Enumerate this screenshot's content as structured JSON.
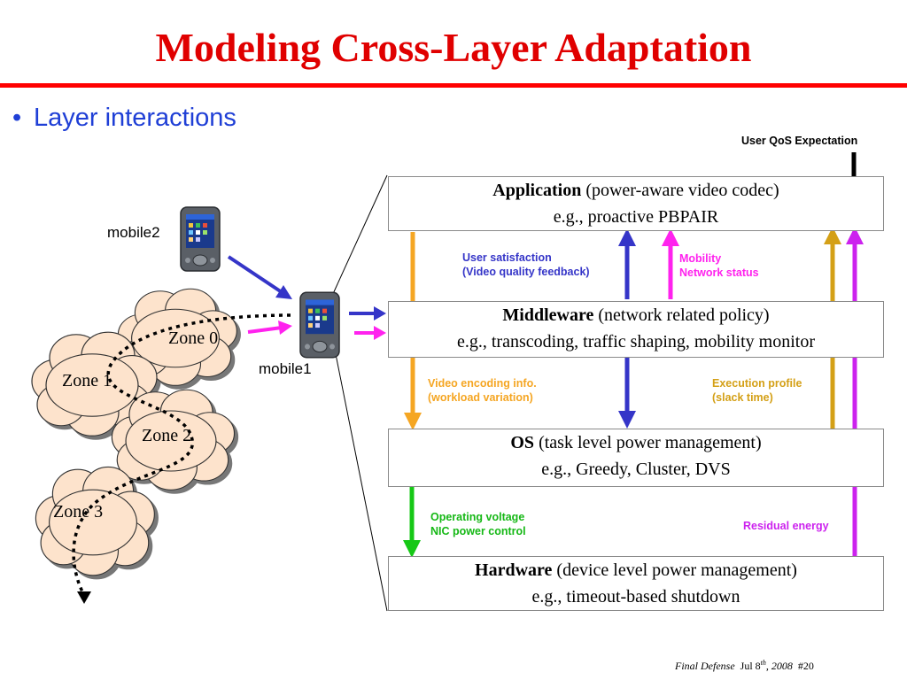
{
  "title": "Modeling Cross-Layer Adaptation",
  "bullet": "Layer interactions",
  "qos_label": "User QoS Expectation",
  "layers": [
    {
      "name": "Application",
      "desc": " (power-aware video codec)",
      "example": "e.g., proactive PBPAIR"
    },
    {
      "name": "Middleware",
      "desc": " (network related policy)",
      "example": "e.g., transcoding, traffic shaping, mobility monitor"
    },
    {
      "name": "OS",
      "desc": " (task level power management)",
      "example": "e.g., Greedy, Cluster, DVS"
    },
    {
      "name": "Hardware",
      "desc": " (device level power management)",
      "example": "e.g., timeout-based shutdown"
    }
  ],
  "labels": {
    "user_satisfaction_1": "User satisfaction",
    "user_satisfaction_2": "(Video quality feedback)",
    "mobility_1": "Mobility",
    "mobility_2": "Network status",
    "video_encoding_1": "Video encoding info.",
    "video_encoding_2": "(workload variation)",
    "execution_profile_1": "Execution profile",
    "execution_profile_2": "(slack time)",
    "operating_voltage_1": "Operating voltage",
    "operating_voltage_2": "NIC power control",
    "residual_energy": "Residual energy"
  },
  "zones": [
    "Zone 0",
    "Zone  1",
    "Zone  2",
    "Zone 3"
  ],
  "devices": {
    "mobile2": "mobile2",
    "mobile1": "mobile1"
  },
  "footer": {
    "event": "Final Defense",
    "date_prefix": "Jul 8",
    "date_sup": "th",
    "date_suffix": ", 2008",
    "slide": "#20"
  },
  "colors": {
    "title": "#e00000",
    "bullet": "#1f3fd6",
    "blue_arrow": "#3535c8",
    "magenta_arrow": "#ff22ee",
    "orange_arrow": "#f5a623",
    "gold_arrow": "#d4a017",
    "green_arrow": "#16c816",
    "purple_arrow": "#cc22ee",
    "cloud_fill": "#fde3cc"
  }
}
